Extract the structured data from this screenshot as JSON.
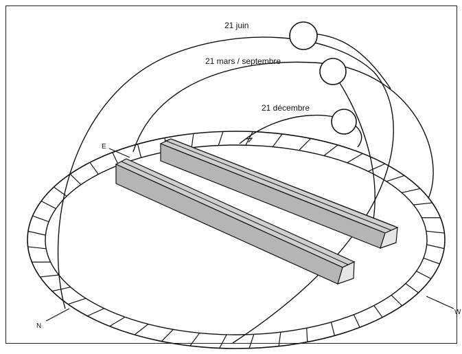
{
  "labels": {
    "june": "21 juin",
    "equinox": "21 mars / septembre",
    "december": "21 décembre"
  },
  "directions": {
    "east": "E",
    "north": "N",
    "west": "W"
  },
  "colors": {
    "line": "#111111",
    "building_top": "#cfcfcf",
    "building_side": "#b5b5b5",
    "building_end": "#e6e6e6",
    "sun_fill": "#ffffff"
  }
}
